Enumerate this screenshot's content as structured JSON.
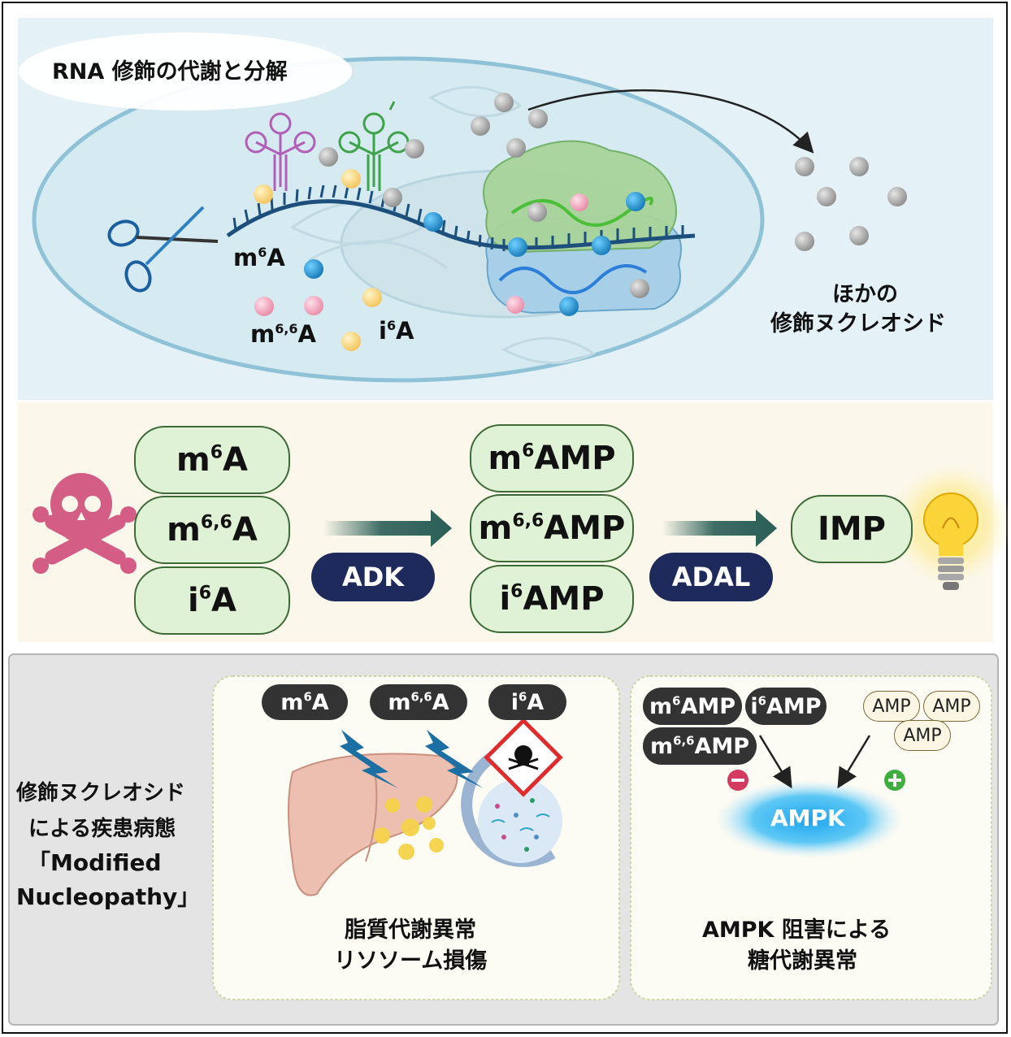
{
  "top": {
    "title": "RNA 修飾の代謝と分解",
    "m6a": "m6A",
    "m66a": "m6,6A",
    "i6a": "i6A",
    "other_line1": "ほかの",
    "other_line2": "修飾ヌクレオシド"
  },
  "pathway": {
    "substrates": [
      "m6A",
      "m6,6A",
      "i6A"
    ],
    "enzyme1": "ADK",
    "products": [
      "m6AMP",
      "m6,6AMP",
      "i6AMP"
    ],
    "enzyme2": "ADAL",
    "final": "IMP"
  },
  "disease": {
    "label_line1": "修飾ヌクレオシド",
    "label_line2": "による疾患病態",
    "label_line3": "「Modified",
    "label_line4": "Nucleopathy」",
    "left_tags": [
      "m6A",
      "m6,6A",
      "i6A"
    ],
    "left_caption1": "脂質代謝異常",
    "left_caption2": "リソソーム損傷",
    "right_tags": [
      "m6AMP",
      "i6AMP",
      "m6,6AMP"
    ],
    "amp_tags": [
      "AMP",
      "AMP",
      "AMP"
    ],
    "ampk": "AMPK",
    "right_caption1": "AMPK 阻害による",
    "right_caption2": "糖代謝異常"
  },
  "colors": {
    "pill_fill": "#dff2d6",
    "enzyme_fill": "#1f2a5c",
    "arrow": "#2a5e56",
    "ampk_glow": "#39b6f0",
    "minus": "#d23a5f",
    "plus": "#3fae3f"
  }
}
